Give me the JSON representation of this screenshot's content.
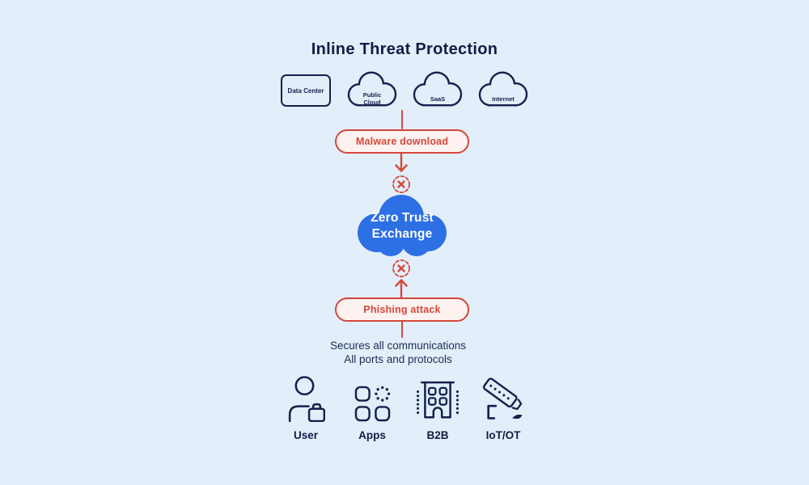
{
  "title": "Inline Threat Protection",
  "colors": {
    "background": "#e2eef9",
    "navy": "#14214d",
    "red": "#d6473b",
    "red_pill_fill": "#fdf2f0",
    "hub_blue": "#2d6fe4",
    "hub_text": "#ffffff"
  },
  "sources": [
    {
      "id": "data-center",
      "label": "Data Center",
      "shape": "rounded-rectangle"
    },
    {
      "id": "public-cloud",
      "label": "Public Cloud",
      "shape": "cloud"
    },
    {
      "id": "saas",
      "label": "SaaS",
      "shape": "cloud"
    },
    {
      "id": "internet",
      "label": "Internet",
      "shape": "cloud"
    }
  ],
  "threats": {
    "inbound": {
      "label": "Malware download",
      "blocked_icon": "circle-x",
      "arrow_direction": "down"
    },
    "outbound": {
      "label": "Phishing attack",
      "blocked_icon": "circle-x",
      "arrow_direction": "up"
    }
  },
  "hub": {
    "line1": "Zero Trust",
    "line2": "Exchange"
  },
  "caption": {
    "line1": "Secures all communications",
    "line2": "All ports and protocols"
  },
  "destinations": [
    {
      "id": "user",
      "label": "User",
      "icon": "person-briefcase-icon"
    },
    {
      "id": "apps",
      "label": "Apps",
      "icon": "app-grid-icon"
    },
    {
      "id": "b2b",
      "label": "B2B",
      "icon": "building-icon"
    },
    {
      "id": "iot-ot",
      "label": "IoT/OT",
      "icon": "cctv-camera-icon"
    }
  ]
}
